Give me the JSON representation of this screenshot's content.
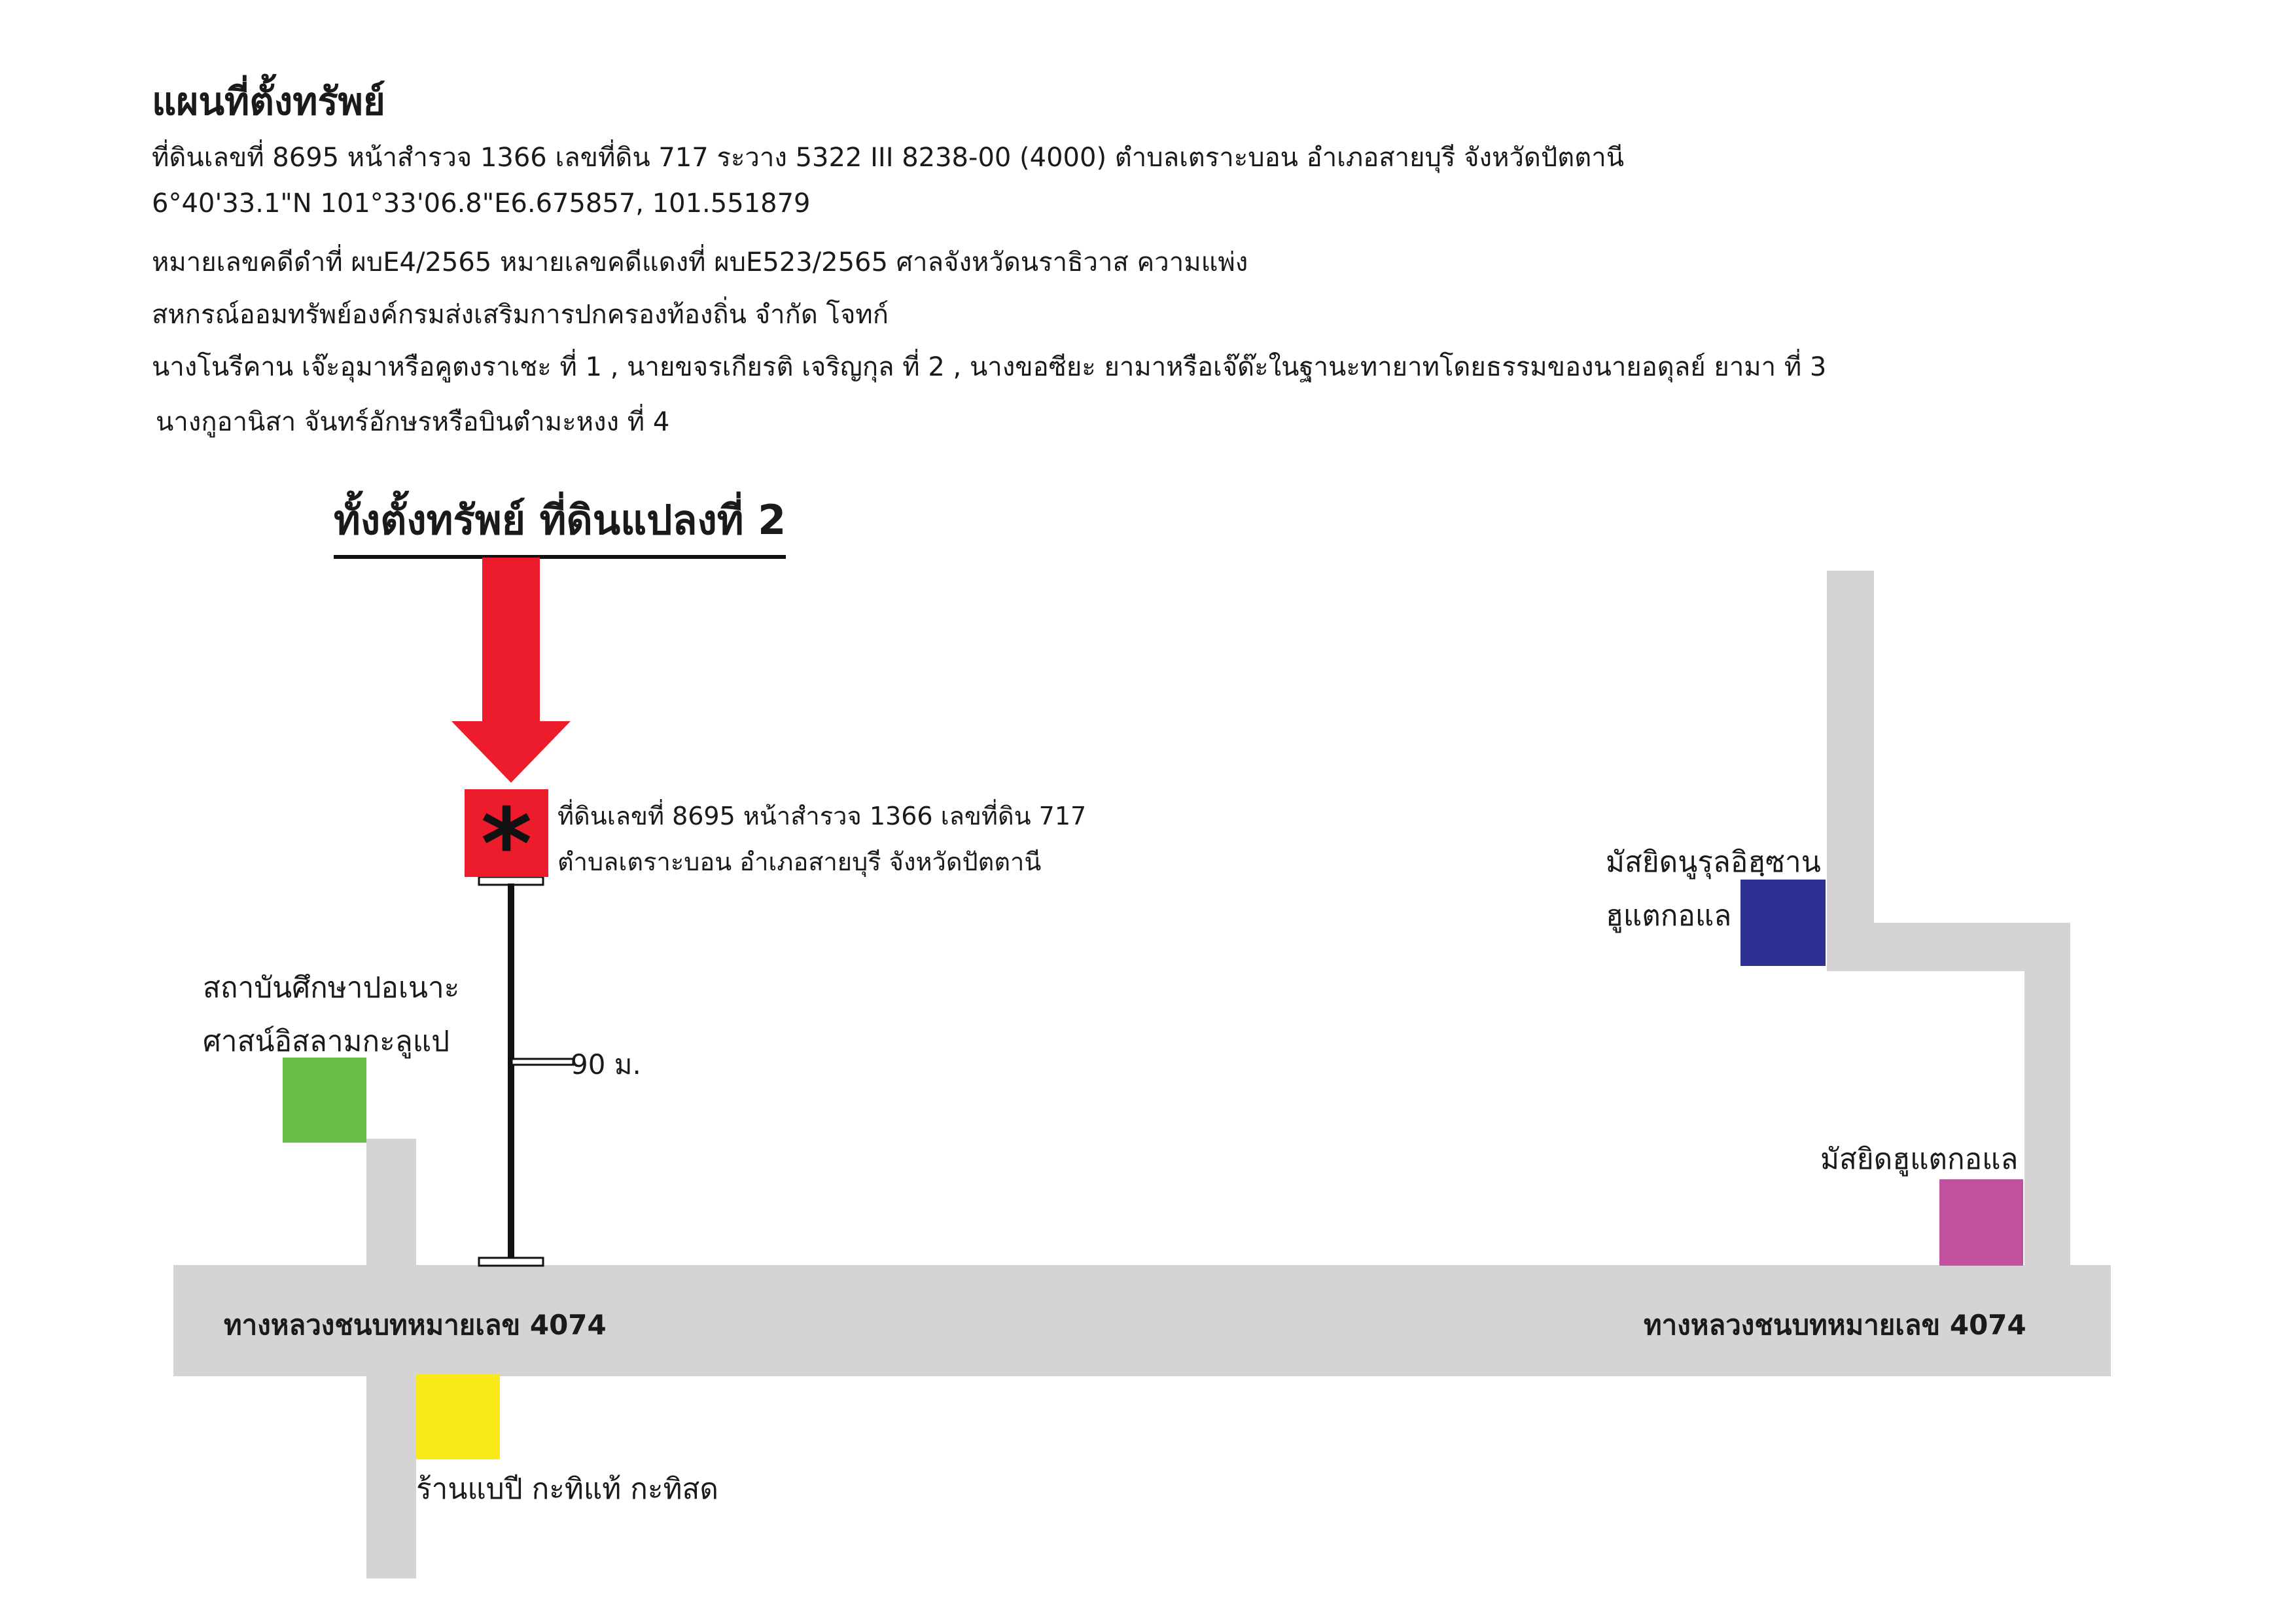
{
  "header": {
    "title": "แผนที่ตั้งทรัพย์",
    "lines": [
      "ที่ดินเลขที่ 8695 หน้าสำรวจ 1366 เลขที่ดิน 717 ระวาง 5322 III 8238-00 (4000) ตำบลเตราะบอน อำเภอสายบุรี จังหวัดปัตตานี",
      "6°40'33.1\"N 101°33'06.8\"E6.675857, 101.551879",
      "หมายเลขคดีดำที่ ผบE4/2565 หมายเลขคดีแดงที่ ผบE523/2565 ศาลจังหวัดนราธิวาส ความแพ่ง",
      "สหกรณ์ออมทรัพย์องค์กรมส่งเสริมการปกครองท้องถิ่น จำกัด  โจทก์",
      "นางโนรีคาน  เจ๊ะอุมาหรือคูตงราเชะ ที่ 1 , นายขจรเกียรติ  เจริญกุล ที่ 2 , นางขอซียะ  ยามาหรือเจ๊ด๊ะในฐานะทายาทโดยธรรมของนายอดุลย์  ยามา ที่ 3",
      "นางกูอานิสา จันทร์อักษรหรือบินตำมะหงง ที่ 4"
    ]
  },
  "map": {
    "location_title": "ทั้งตั้งทรัพย์  ที่ดินแปลงที่ 2",
    "property_marker": "*",
    "property_label_line1": "ที่ดินเลขที่ 8695 หน้าสำรวจ 1366 เลขที่ดิน 717",
    "property_label_line2": "ตำบลเตราะบอน อำเภอสายบุรี จังหวัดปัตตานี",
    "distance_label": "90 ม.",
    "road_label_left": "ทางหลวงชนบทหมายเลข 4074",
    "road_label_right": "ทางหลวงชนบทหมายเลข 4074",
    "landmarks": {
      "school_line1": "สถาบันศึกษาปอเนาะ",
      "school_line2": "ศาสน์อิสลามกะลูแป",
      "mosque_nurul_line1": "มัสยิดนูรุลอิฮฺซาน",
      "mosque_nurul_line2": "ฮูแตกอแล",
      "mosque_hutae": "มัสยิดฮูแตกอแล",
      "shop": "ร้านแบปี กะทิแท้ กะทิสด"
    },
    "colors": {
      "road": "#d6d3d4",
      "arrow": "#ec1c2c",
      "property": "#ec1c2c",
      "school": "#68bd45",
      "mosque_nurul": "#2e3192",
      "mosque_hutae": "#c1519e",
      "shop": "#f7e91a"
    },
    "icons": {
      "arrow": "down-arrow-icon",
      "property": "asterisk-icon"
    }
  }
}
